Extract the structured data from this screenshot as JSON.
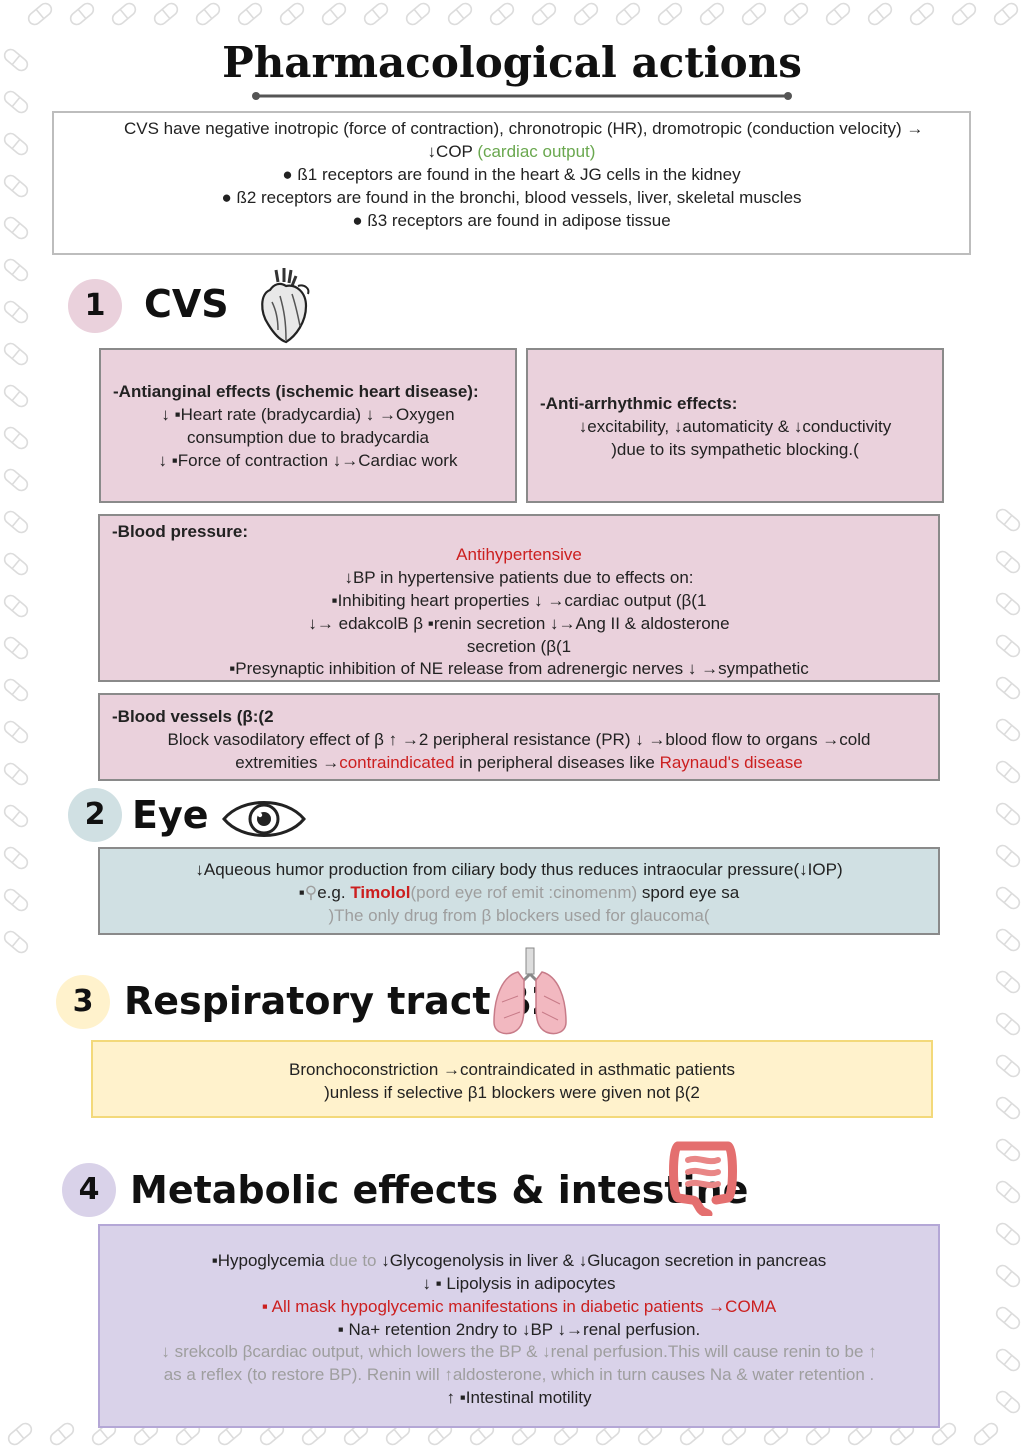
{
  "page": {
    "title": "Pharmacological actions"
  },
  "intro": {
    "line1": "CVS have negative inotropic (force of contraction), chronotropic (HR), dromotropic (conduction velocity)  →",
    "line2a": "↓COP ",
    "line2b": "(cardiac output)",
    "bullet1": "●        ß1 receptors are found in the heart & JG cells in the kidney",
    "bullet2": "●        ß2 receptors are found in the bronchi, blood vessels, liver, skeletal muscles",
    "bullet3": "●        ß3 receptors are found in adipose tissue"
  },
  "sections": {
    "cvs": {
      "number": "1",
      "title": "CVS",
      "icon": "heart-icon",
      "antianginal": {
        "heading": "-Antianginal effects (ischemic heart disease):",
        "l1": "↓ ▪Heart rate (bradycardia) ↓  →Oxygen",
        "l2": "consumption due to bradycardia",
        "l3": "↓ ▪Force of contraction  ↓→Cardiac work"
      },
      "antiarrhythmic": {
        "heading": "-Anti-arrhythmic effects:",
        "l1": "↓excitability,  ↓automaticity &  ↓conductivity",
        "l2": ")due to its sympathetic blocking.("
      },
      "bp": {
        "heading": "-Blood pressure:",
        "l1": "Antihypertensive",
        "l2": "↓BP in hypertensive patients due to  effects on:",
        "l3": "▪Inhibiting heart properties ↓ →cardiac output (β(1",
        "l4": "↓→ edakcolB β ▪renin secretion  ↓→Ang II & aldosterone",
        "l5": "secretion (β(1",
        "l6": "▪Presynaptic inhibition of NE release from adrenergic nerves ↓ →sympathetic"
      },
      "vessels": {
        "heading": "-Blood vessels (β:(2",
        "l1": "Block vasodilatory effect of β ↑ →2 peripheral resistance (PR) ↓ →blood flow to organs  →cold",
        "l2a": "extremities  →",
        "l2b": "contraindicated",
        "l2c": " in peripheral diseases like ",
        "l2d": "Raynaud's disease"
      }
    },
    "eye": {
      "number": "2",
      "title": "Eye",
      "icon": "eye-icon",
      "l1": "↓Aqueous humor production from ciliary body thus reduces intraocular pressure(↓IOP)",
      "l2a": "▪",
      "l2b": "e.g. ",
      "l2c": "Timolol",
      "l2d": "(pord eye rof emit :cinomenm)",
      "l2e": " spord eye sa",
      "l3": ")The only drug from β blockers used for glaucoma("
    },
    "resp": {
      "number": "3",
      "title": "Respiratory tract β2",
      "icon": "lungs-icon",
      "l1": "Bronchoconstriction  →contraindicated in asthmatic patients",
      "l2": ")unless if selective β1 blockers were given not β(2"
    },
    "metabolic": {
      "number": "4",
      "title": "Metabolic effects & intestine",
      "icon": "intestine-icon",
      "l1a": "▪Hypoglycemia ",
      "l1b": "due to ",
      "l1c": " ↓Glycogenolysis in liver &  ↓Glucagon secretion in pancreas",
      "l2": "↓ ▪ Lipolysis in adipocytes",
      "l3": "▪ All mask hypoglycemic manifestations in diabetic patients  →COMA",
      "l4": "▪ Na+ retention 2ndry to ↓BP  ↓→renal perfusion.",
      "l5": "↓ srekcolb βcardiac output, which lowers the BP &  ↓renal perfusion.This will cause renin to be  ↑",
      "l6": "as a reflex (to restore BP). Renin will   ↑aldosterone, which in turn causes Na & water retention .",
      "l7": "↑ ▪Intestinal motility"
    }
  },
  "colors": {
    "pink": "#ead1dc",
    "blue": "#d0e0e3",
    "yellow": "#fff2cc",
    "purple": "#d9d2e9",
    "red_text": "#cc1f1f",
    "green_text": "#6aa84f"
  }
}
